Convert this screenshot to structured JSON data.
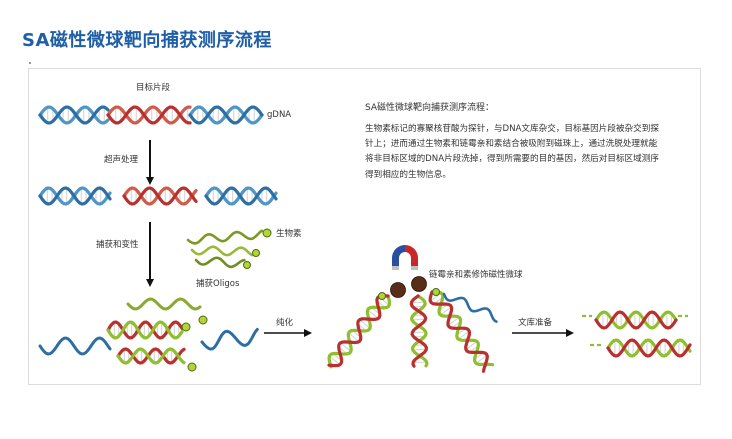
{
  "page": {
    "title": "SA磁性微球靶向捕获测序流程"
  },
  "diagram": {
    "labels": {
      "target_fragment": "目标片段",
      "gdna": "gDNA",
      "sonication": "超声处理",
      "capture_denature": "捕获和变性",
      "biotin": "生物素",
      "capture_oligos": "捕获Oligos",
      "streptavidin_beads": "链霉亲和素修饰磁性微球",
      "purification": "纯化",
      "library_prep": "文库准备"
    },
    "colors": {
      "blue_strand": "#2e6fa3",
      "red_strand": "#b8312f",
      "green_strand": "#8fbf2f",
      "rung": "#d8d8d8",
      "bead_brown": "#5a2d18",
      "magnet_blue": "#2b4fa0",
      "magnet_red": "#c8282a"
    }
  },
  "description": {
    "title": "SA磁性微球靶向捕获测序流程：",
    "body": "生物素标记的寡聚核苷酸为探针，与DNA文库杂交，目标基因片段被杂交到探针上；进而通过生物素和链霉亲和素结合被吸附到磁珠上，通过洗脱处理就能将非目标区域的DNA片段洗掉，得到所需要的目的基因，然后对目标区域测序得到相应的生物信息。"
  }
}
